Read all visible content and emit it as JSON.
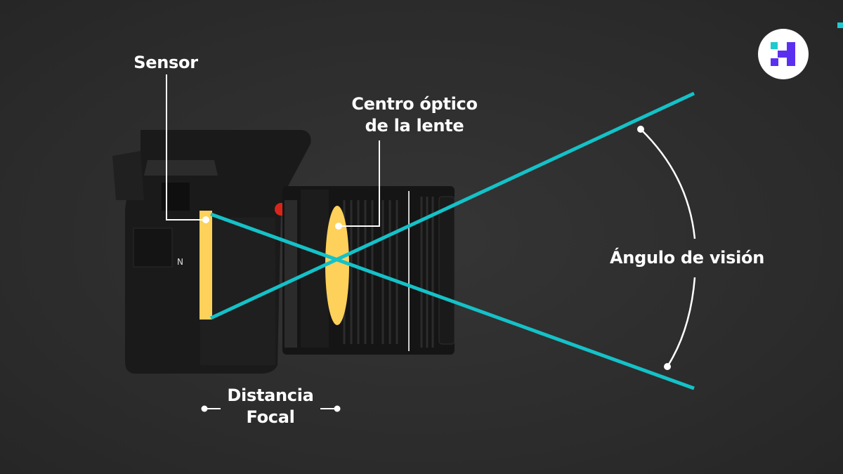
{
  "labels": {
    "sensor": "Sensor",
    "optical_center_line1": "Centro óptico",
    "optical_center_line2": "de la lente",
    "angle_of_view": "Ángulo de visión",
    "focal_length_line1": "Distancia",
    "focal_length_line2": "Focal"
  },
  "colors": {
    "background": "#2e2e2e",
    "ray": "#14c2c8",
    "sensor_and_lens": "#fdd15a",
    "callout": "#ffffff",
    "logo_primary": "#5b2ff0",
    "logo_accent": "#1ecad0"
  },
  "logo": {
    "name": "brand-logo"
  }
}
